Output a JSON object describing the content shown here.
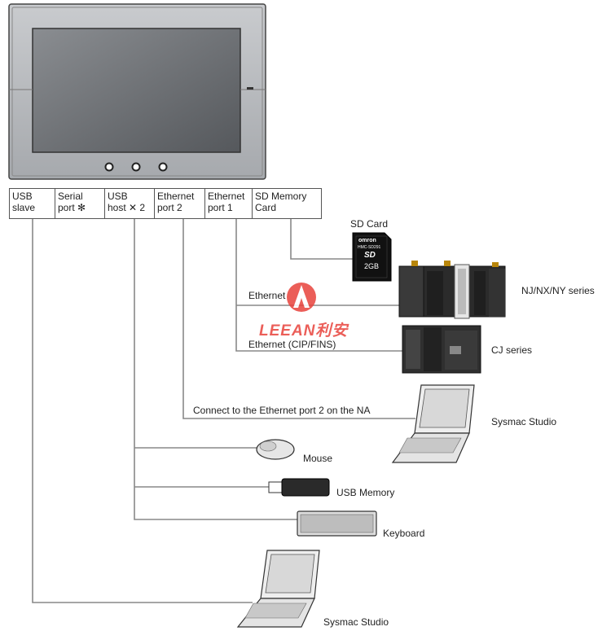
{
  "ports": [
    {
      "label": "USB\nslave"
    },
    {
      "label": "Serial\nport ✻"
    },
    {
      "label": "USB\nhost ✕ 2"
    },
    {
      "label": "Ethernet\nport 2"
    },
    {
      "label": "Ethernet\nport 1"
    },
    {
      "label": "SD Memory\nCard"
    }
  ],
  "devices": {
    "sd_card": "SD Card",
    "sd_card_face": {
      "brand": "omron",
      "model": "HMC-SD291",
      "logo": "SD",
      "capacity": "2GB"
    },
    "nj_series": "NJ/NX/NY series",
    "cj_series": "CJ series",
    "sysmac_studio_top": "Sysmac Studio",
    "mouse": "Mouse",
    "usb_memory": "USB Memory",
    "keyboard": "Keyboard",
    "sysmac_studio_bottom": "Sysmac Studio"
  },
  "connections": {
    "ethernet": "Ethernet",
    "ethernet_cip": "Ethernet (CIP/FINS)",
    "connect_port2": "Connect to the Ethernet port 2 on the NA"
  },
  "watermark": {
    "text": "LEEAN利安",
    "color": "#e8423c"
  },
  "colors": {
    "line": "#888888",
    "device_dark": "#2b2b2b",
    "hmi_body": "#b9bcc0",
    "screen": "#6b6e72"
  }
}
